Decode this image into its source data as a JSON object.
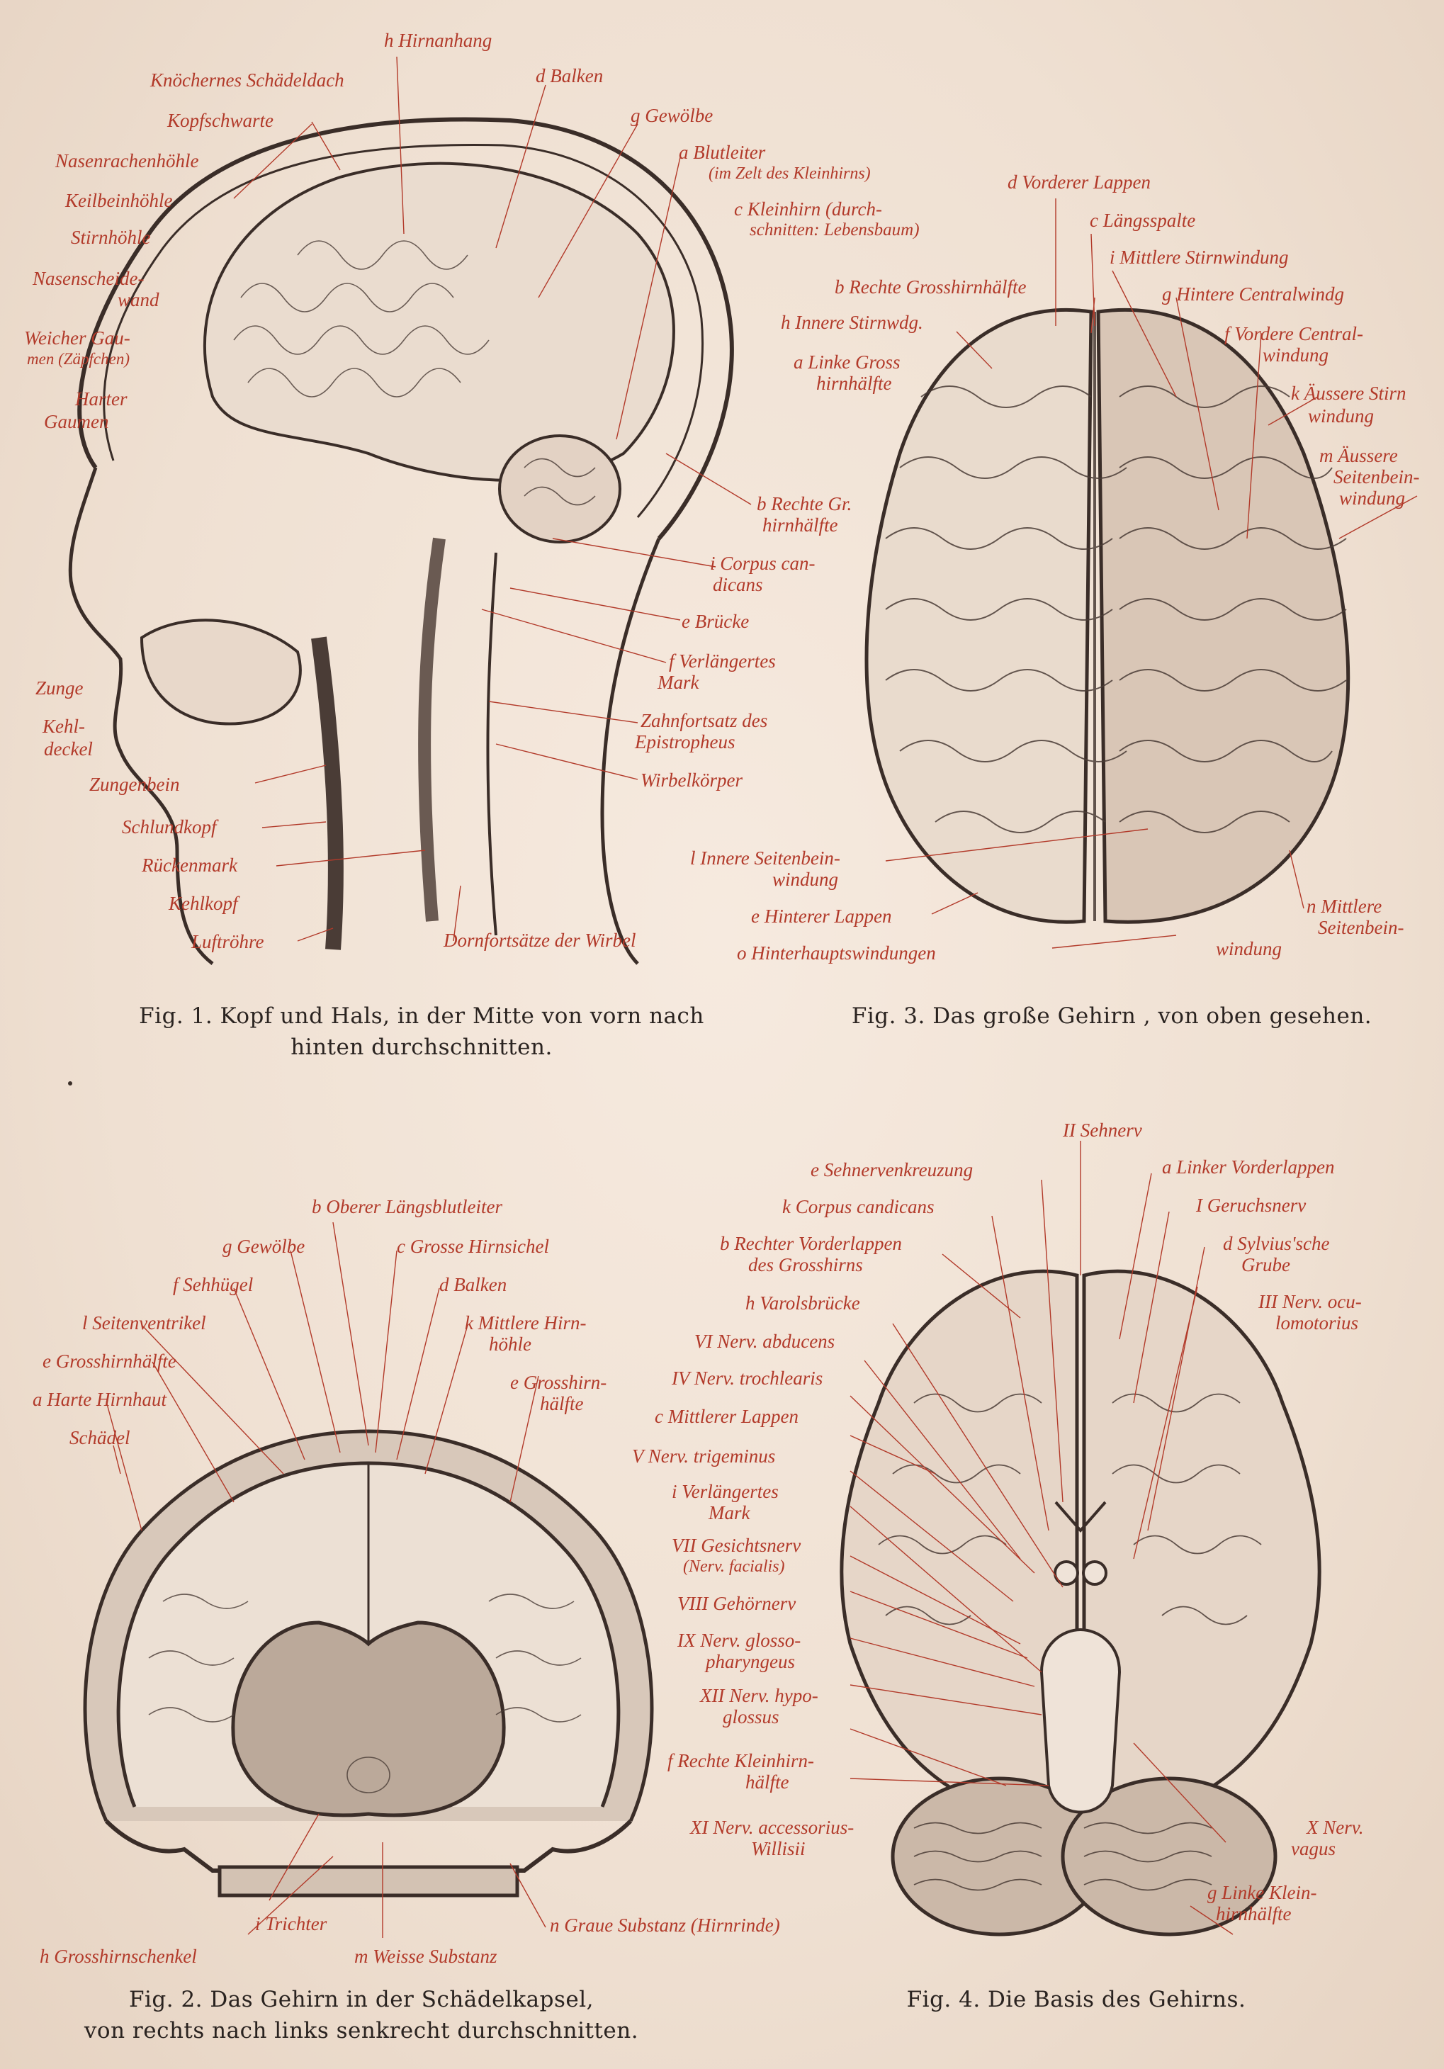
{
  "figures": [
    {
      "id": "fig1",
      "caption_line1": "Fig. 1.  Kopf und Hals, in der Mitte von vorn nach",
      "caption_line2": "hinten durchschnitten.",
      "labels_left": [
        "Knöchernes Schädeldach",
        "Kopfschwarte",
        "Nasenrachenhöhle",
        "Keilbeinhöhle",
        "Stirnhöhle",
        "Nasenscheide-",
        "wand",
        "Weicher Gau-",
        "men (Zäpfchen)",
        "Harter",
        "Gaumen",
        "Zunge",
        "Kehl-",
        "deckel",
        "Zungenbein",
        "Schlundkopf",
        "Rückenmark",
        "Kehlkopf",
        "Luftröhre"
      ],
      "labels_right": [
        "h Hirnanhang",
        "d Balken",
        "g Gewölbe",
        "a Blutleiter",
        "(im Zelt des Kleinhirns)",
        "c Kleinhirn (durch-",
        "schnitten: Lebensbaum)",
        "b Rechte Gr.",
        "hirnhälfte",
        "i Corpus can-",
        "dicans",
        "e Brücke",
        "f Verlängertes",
        "Mark",
        "Zahnfortsatz des",
        "Epistropheus",
        "Wirbelkörper",
        "Dornfortsätze der Wirbel"
      ]
    },
    {
      "id": "fig3",
      "caption": "Fig. 3.  Das große Gehirn , von oben gesehen.",
      "labels": [
        "d Vorderer Lappen",
        "c Längsspalte",
        "i Mittlere Stirnwindung",
        "b Rechte Grosshirnhälfte",
        "g Hintere Centralwindg",
        "h Innere Stirnwdg.",
        "f Vordere Central-",
        "windung",
        "a Linke Gross",
        "hirnhälfte",
        "k Äussere Stirn",
        "windung",
        "m Äussere",
        "Seitenbein-",
        "windung",
        "l Innere Seitenbein-",
        "windung",
        "e Hinterer Lappen",
        "n Mittlere",
        "Seitenbein-",
        "windung",
        "o Hinterhauptswindungen"
      ]
    },
    {
      "id": "fig2",
      "caption_line1": "Fig. 2.  Das Gehirn in der Schädelkapsel,",
      "caption_line2": "von rechts nach links senkrecht durchschnitten.",
      "labels": [
        "b Oberer Längsblutleiter",
        "g Gewölbe",
        "c Grosse Hirnsichel",
        "f Sehhügel",
        "d Balken",
        "l Seitenventrikel",
        "k Mittlere Hirn-",
        "höhle",
        "e Grosshirnhälfte",
        "e Grosshirn-",
        "hälfte",
        "a Harte Hirnhaut",
        "Schädel",
        "i Trichter",
        "h Grosshirnschenkel",
        "m Weisse Substanz",
        "n Graue Substanz (Hirnrinde)"
      ]
    },
    {
      "id": "fig4",
      "caption": "Fig. 4.  Die Basis des Gehirns.",
      "labels_left": [
        "e Sehnervenkreuzung",
        "k Corpus candicans",
        "b Rechter Vorderlappen",
        "des Grosshirns",
        "h Varolsbrücke",
        "VI Nerv. abducens",
        "IV Nerv. trochlearis",
        "c Mittlerer Lappen",
        "V Nerv. trigeminus",
        "i Verlängertes",
        "Mark",
        "VII Gesichtsnerv",
        "(Nerv. facialis)",
        "VIII Gehörnerv",
        "IX Nerv. glosso-",
        "pharyngeus",
        "XII Nerv. hypo-",
        "glossus",
        "f Rechte Kleinhirn-",
        "hälfte",
        "XI Nerv. accessorius-",
        "Willisii"
      ],
      "labels_right": [
        "II Sehnerv",
        "a Linker Vorderlappen",
        "I Geruchsnerv",
        "d Sylvius'sche",
        "Grube",
        "III Nerv. ocu-",
        "lomotorius",
        "X Nerv.",
        "vagus",
        "g Linke Klein-",
        "hirnhälfte"
      ]
    }
  ],
  "colors": {
    "label": "#b23a2a",
    "ink": "#2a2320",
    "paper": "#f1e3d6"
  }
}
